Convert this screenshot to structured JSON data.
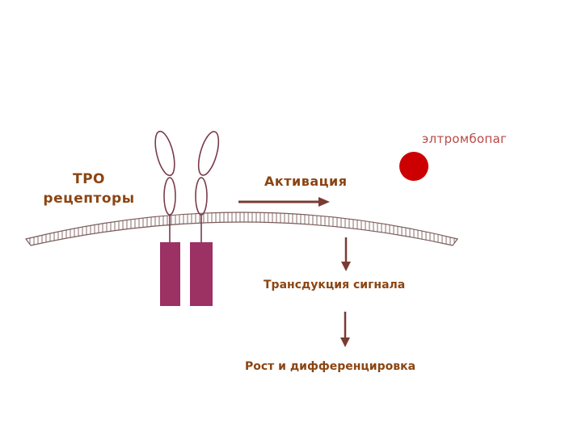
{
  "labels": {
    "tpo_receptors": [
      "ТРО",
      "рецепторы"
    ],
    "activation": "Активация",
    "drug": "элтромбопаг",
    "transduction": "Трансдукция сигнала",
    "growth": "Рост и дифференцировка"
  },
  "colors": {
    "label": "#8b4513",
    "drug_label": "#b84a45",
    "receptor": "#9c3164",
    "drug": "#cc0000",
    "arrow": "#7a3b33",
    "membrane": "#8a6d6b"
  },
  "icons": {
    "drug": "circle",
    "activation": "arrow-right",
    "steps": "arrow-down"
  }
}
